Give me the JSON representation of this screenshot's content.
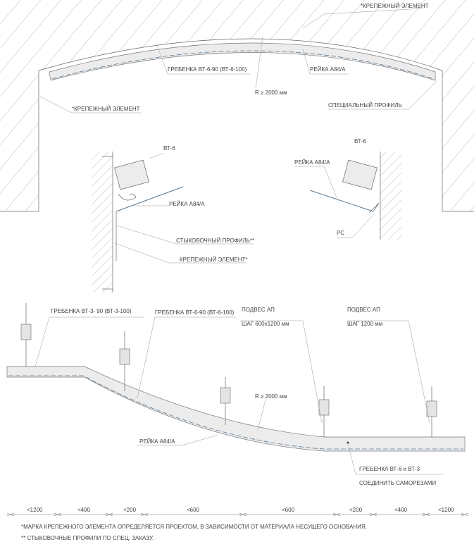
{
  "top_section": {
    "fastener_top": "*КРЕПЕЖНЫЙ ЭЛЕМЕНТ",
    "comb": "ГРЕБЕНКА ВТ-6-90 (ВТ-6-100)",
    "rail": "РЕЙКА А84/А",
    "radius": "R ≥ 2000 мм",
    "fastener_left": "*КРЕПЕЖНЫЙ ЭЛЕМЕНТ",
    "special_profile": "СПЕЦИАЛЬНЫЙ ПРОФИЛЬ"
  },
  "detail_left": {
    "comb": "ВТ-6",
    "rail": "РЕЙКА А84/А",
    "joint_profile": "СТЫКОВОЧНЫЙ ПРОФИЛЬ**",
    "fastener": "КРЕПЕЖНЫЙ ЭЛЕМЕНТ*"
  },
  "detail_right": {
    "comb": "ВТ-6",
    "rail": "РЕЙКА А84/А",
    "profile": "РС"
  },
  "bottom_section": {
    "comb_bt3": "ГРЕБЕНКА ВТ-3- 90 (ВТ-3-100)",
    "comb_bt6": "ГРЕБЕНКА ВТ-6-90 (ВТ-6-100)",
    "hanger1_title": "ПОДВЕС АП",
    "hanger1_step": "ШАГ 600х1200 мм",
    "hanger2_title": "ПОДВЕС АП",
    "hanger2_step": "ШАГ 1200 мм",
    "radius": "R ≥ 2000 мм",
    "rail": "РЕЙКА А84/А",
    "join_note1": "ГРЕБЕНКА ВТ-6 и ВТ-3",
    "join_note2": "СОЕДИНИТЬ САМОРЕЗАМИ"
  },
  "dimensions": [
    "<1200",
    "<400",
    "<200",
    "<600",
    "<600",
    "<200",
    "<400",
    "<1200"
  ],
  "footnotes": [
    "*МАРКА КРЕПЕЖНОГО ЭЛЕМЕНТА ОПРЕДЕЛЯЕТСЯ ПРОЕКТОМ, В ЗАВИСИМОСТИ ОТ МАТЕРИАЛА НЕСУЩЕГО ОСНОВАНИЯ.",
    "** СТЫКОВОЧНЫЕ ПРОФИЛИ ПО СПЕЦ. ЗАКАЗУ."
  ]
}
